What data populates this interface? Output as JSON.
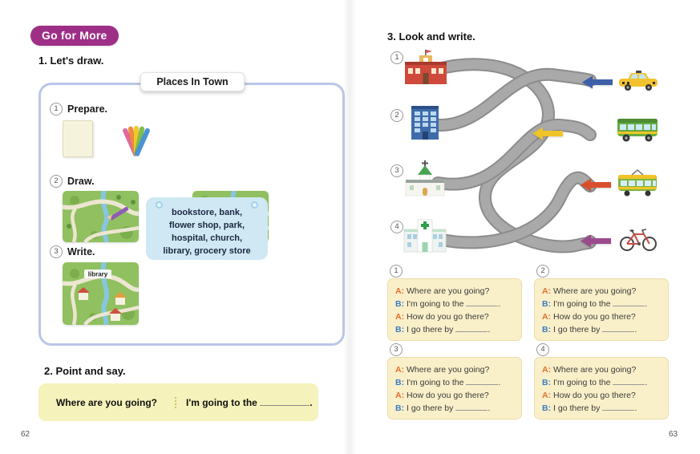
{
  "pages": {
    "left_number": "62",
    "right_number": "63"
  },
  "badge": {
    "label": "Go for More"
  },
  "activity1": {
    "title": "1. Let's draw.",
    "box_title": "Places In Town",
    "steps": [
      {
        "num": "1",
        "label": "Prepare."
      },
      {
        "num": "2",
        "label": "Draw."
      },
      {
        "num": "3",
        "label": "Write."
      }
    ],
    "map_label": "library",
    "word_bank_lines": [
      "bookstore, bank,",
      "flower shop, park,",
      "hospital, church,",
      "library, grocery store"
    ]
  },
  "activity2": {
    "title": "2. Point and say.",
    "question": "Where are you going?",
    "answer_text": "I'm going to the",
    "answer_suffix": "."
  },
  "activity3": {
    "title": "3. Look and write.",
    "maze": {
      "building_nums": [
        "1",
        "2",
        "3",
        "4"
      ],
      "buildings": [
        "school",
        "office building",
        "church",
        "hospital"
      ],
      "vehicles": [
        "taxi",
        "bus",
        "tram",
        "bicycle"
      ],
      "arrow_colors": [
        "#3d5fa8",
        "#f0c429",
        "#d94f2b",
        "#9c4a8e"
      ]
    },
    "dialog_nums": [
      "1",
      "2",
      "3",
      "4"
    ],
    "dialog": {
      "a_label": "A:",
      "b_label": "B:",
      "line1": "Where are you going?",
      "line2": "I'm going to the",
      "line2_suffix": ".",
      "line3": "How do you go there?",
      "line4": "I go there by",
      "line4_suffix": "."
    }
  }
}
